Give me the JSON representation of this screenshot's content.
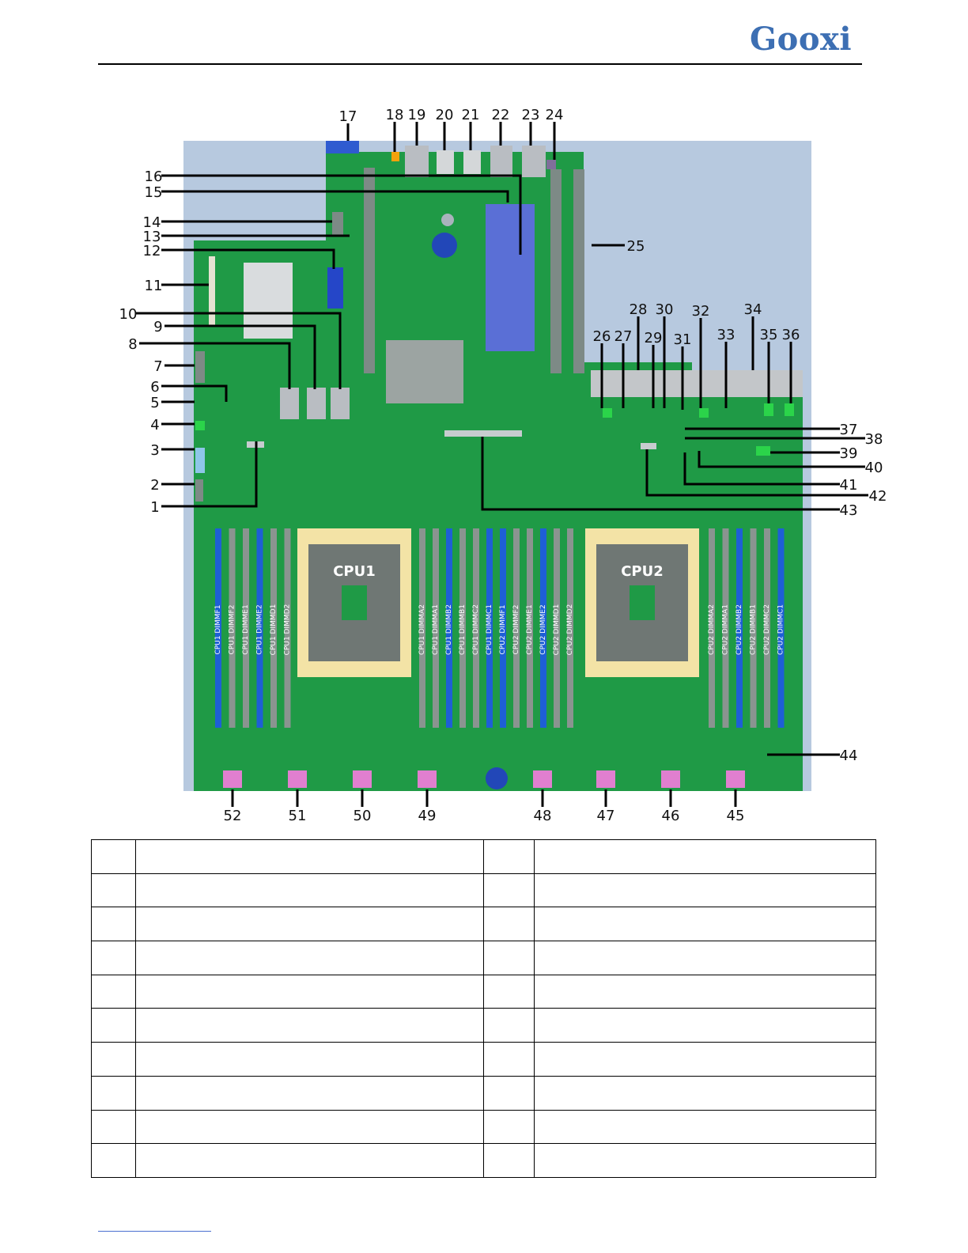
{
  "header": {
    "brand": "Gooxi"
  },
  "figure": {
    "callouts": [
      "1",
      "2",
      "3",
      "4",
      "5",
      "6",
      "7",
      "8",
      "9",
      "10",
      "11",
      "12",
      "13",
      "14",
      "15",
      "16",
      "17",
      "18",
      "19",
      "20",
      "21",
      "22",
      "23",
      "24",
      "25",
      "26",
      "27",
      "28",
      "29",
      "30",
      "31",
      "32",
      "33",
      "34",
      "35",
      "36",
      "37",
      "38",
      "39",
      "40",
      "41",
      "42",
      "43",
      "44",
      "45",
      "46",
      "47",
      "48",
      "49",
      "50",
      "51",
      "52"
    ],
    "cpu_labels": [
      "CPU1",
      "CPU2"
    ],
    "dimm_labels_left": [
      "CPU1 DIMMF1",
      "CPU1 DIMMF2",
      "CPU1 DIMME1",
      "CPU1 DIMME2",
      "CPU1 DIMMD1",
      "CPU1 DIMMD2"
    ],
    "dimm_labels_middle": [
      "CPU1 DIMMA2",
      "CPU1 DIMMA1",
      "CPU1 DIMMB2",
      "CPU1 DIMMB1",
      "CPU1 DIMMC2",
      "CPU1 DIMMC1",
      "CPU2 DIMMF1",
      "CPU2 DIMMF2",
      "CPU2 DIMME1",
      "CPU2 DIMME2",
      "CPU2 DIMMD1",
      "CPU2 DIMMD2"
    ],
    "dimm_labels_right": [
      "CPU2 DIMMA2",
      "CPU2 DIMMA1",
      "CPU2 DIMMB2",
      "CPU2 DIMMB1",
      "CPU2 DIMMC2",
      "CPU2 DIMMC1"
    ],
    "colors": {
      "pcb": "#1f9a46",
      "background": "#b7c9df",
      "dimm_blue": "#1e5fd6",
      "dimm_gray": "#8a9490",
      "fan": "#e07fcf"
    }
  },
  "table": {
    "rows": 10,
    "columns": 4
  }
}
